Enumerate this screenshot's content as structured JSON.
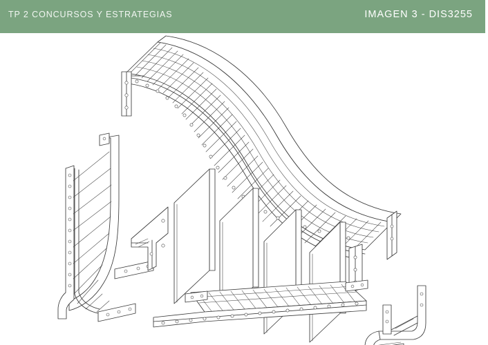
{
  "slide": {
    "header": {
      "title_left": "TP 2 CONCURSOS Y ESTRATEGIAS",
      "title_right": "IMAGEN 3 - DIS3255",
      "background_color": "#7BA480",
      "text_color": "#FFFFFF"
    },
    "drawing": {
      "kind": "exploded-assembly-line-drawing",
      "subject": "bench / seat module exploded view",
      "line_color": "#3A3A3A",
      "background_color": "#FFFFFF",
      "parts": [
        {
          "id": "curved-slat-seat-top",
          "label": "curved slatted seat panel",
          "slat_count": 34,
          "bracket_holes": 3
        },
        {
          "id": "left-side-frame-slatted",
          "label": "left L-shaped slatted side panel",
          "slat_count": 11
        },
        {
          "id": "center-mounting-bracket",
          "label": "center mounting bracket",
          "bracket_holes": 3
        },
        {
          "id": "divider-fin-1",
          "label": "vertical divider fin 1"
        },
        {
          "id": "divider-fin-2",
          "label": "vertical divider fin 2"
        },
        {
          "id": "divider-fin-3",
          "label": "vertical divider fin 3"
        },
        {
          "id": "divider-fin-4",
          "label": "vertical divider fin 4"
        },
        {
          "id": "bottom-slat-base",
          "label": "bottom slatted base panel",
          "slat_count": 13
        },
        {
          "id": "right-side-frame",
          "label": "right tubular side frame"
        }
      ]
    }
  }
}
